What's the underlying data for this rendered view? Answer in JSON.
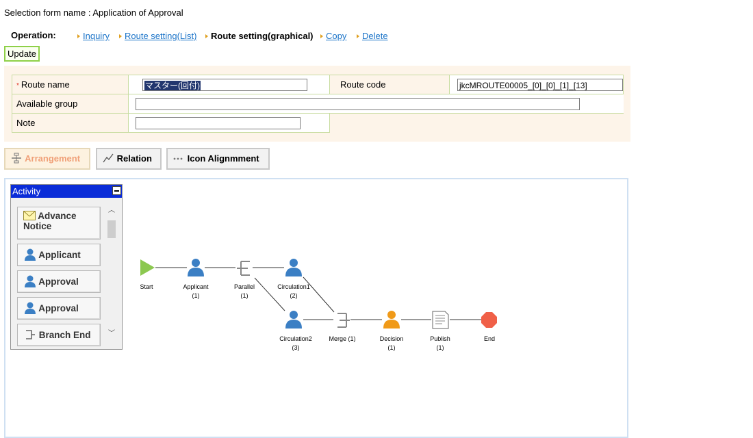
{
  "header": {
    "title": "Selection form name : Application of Approval"
  },
  "operation": {
    "label": "Operation:",
    "links": [
      {
        "label": "Inquiry"
      },
      {
        "label": "Route setting(List)"
      },
      {
        "label": "Route setting(graphical)"
      },
      {
        "label": "Copy"
      },
      {
        "label": "Delete"
      }
    ]
  },
  "update_label": "Update",
  "form": {
    "route_name_label": "Route name",
    "route_name_value": "マスター(回付)",
    "route_code_label": "Route code",
    "route_code_value": "jkcMROUTE00005_[0]_[0]_[1]_[13]",
    "available_group_label": "Available group",
    "available_group_value": "",
    "note_label": "Note",
    "note_value": ""
  },
  "toolbar": {
    "arrangement": "Arrangement",
    "relation": "Relation",
    "icon_alignment": "Icon Alignmment"
  },
  "palette": {
    "title": "Activity",
    "items": [
      {
        "label_line1": "Advance",
        "label_line2": "Notice",
        "icon": "envelope-icon"
      },
      {
        "label": "Applicant",
        "icon": "person-icon"
      },
      {
        "label": "Approval",
        "icon": "person-icon"
      },
      {
        "label": "Approval",
        "icon": "person-icon"
      },
      {
        "label": "Branch End",
        "icon": "branch-end-icon"
      }
    ]
  },
  "diagram": {
    "nodes": [
      {
        "name": "Start",
        "count": ""
      },
      {
        "name": "Applicant",
        "count": "(1)"
      },
      {
        "name": "Parallel",
        "count": "(1)"
      },
      {
        "name": "Circulation1",
        "count": "(2)"
      },
      {
        "name": "Circulation2",
        "count": "(3)"
      },
      {
        "name": "Merge (1)",
        "count": ""
      },
      {
        "name": "Decision",
        "count": "(1)"
      },
      {
        "name": "Publish",
        "count": "(1)"
      },
      {
        "name": "End",
        "count": ""
      }
    ]
  },
  "colors": {
    "link": "#1a73c8",
    "person_blue": "#3b7fc4",
    "person_orange": "#f09a18",
    "start_green": "#8cc850",
    "end_red": "#f06048",
    "palette_header": "#0a2cd8"
  }
}
